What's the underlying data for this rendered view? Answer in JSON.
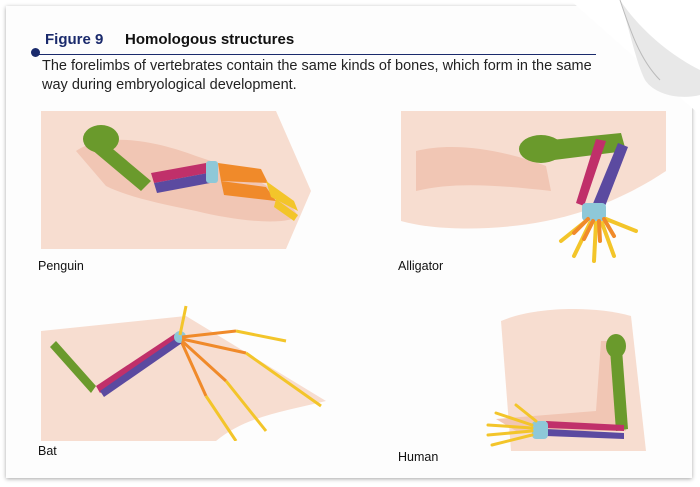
{
  "figure": {
    "label": "Figure 9",
    "title": "Homologous structures",
    "caption": "The forelimbs of vertebrates contain the same kinds of bones, which form in the same way during embryological development."
  },
  "panels": {
    "penguin": {
      "label": "Penguin"
    },
    "alligator": {
      "label": "Alligator"
    },
    "bat": {
      "label": "Bat"
    },
    "human": {
      "label": "Human"
    }
  },
  "colors": {
    "humerus": "#6a9a2c",
    "radius": "#c0306a",
    "ulna": "#5b4aa0",
    "carpals": "#8ec8d8",
    "metacarpals": "#f08a2a",
    "phalanges": "#f3c52a",
    "skin": "#f5d5c5",
    "accent": "#1a2a6c"
  }
}
